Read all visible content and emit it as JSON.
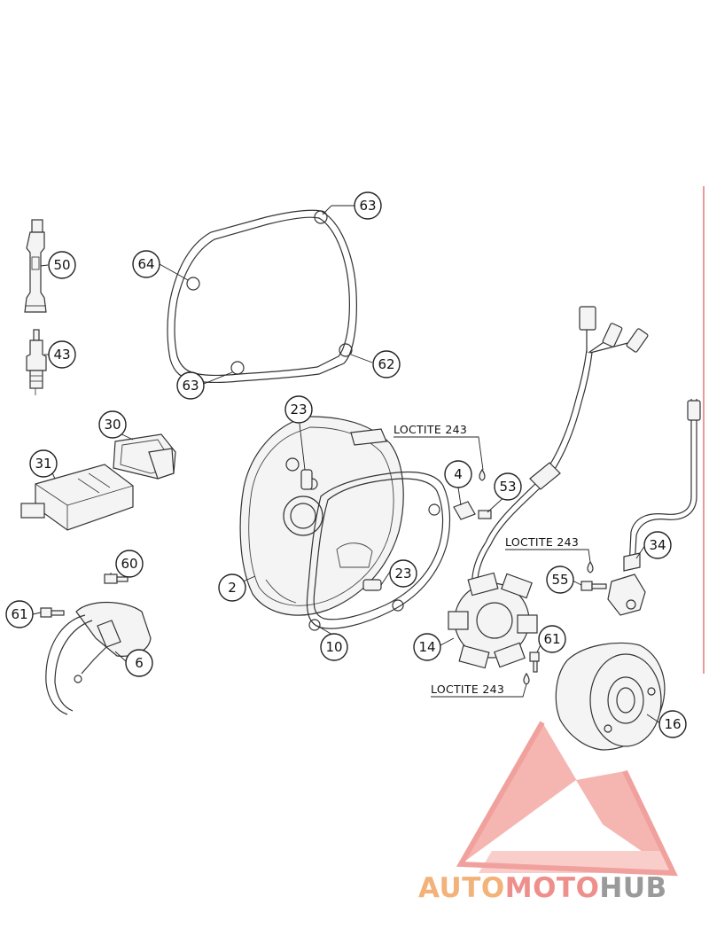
{
  "callouts": {
    "c63a": "63",
    "c64": "64",
    "c50": "50",
    "c43": "43",
    "c62": "62",
    "c63b": "63",
    "c23a": "23",
    "c30": "30",
    "c31": "31",
    "c4": "4",
    "c53": "53",
    "c2": "2",
    "c23b": "23",
    "c60": "60",
    "c61a": "61",
    "c6": "6",
    "c10": "10",
    "c14": "14",
    "c61b": "61",
    "c34": "34",
    "c55": "55",
    "c16": "16"
  },
  "notes": {
    "loctite_a": "LOCTITE 243",
    "loctite_b": "LOCTITE 243",
    "loctite_c": "LOCTITE 243"
  },
  "watermark": {
    "part1": "AUTO",
    "part2": "MOTO",
    "part3": "HUB",
    "color_light": "#f2b27a",
    "color_mid": "#ee8f8c",
    "color_dark": "#9a9a9a",
    "logo_color": "#f08a86"
  }
}
